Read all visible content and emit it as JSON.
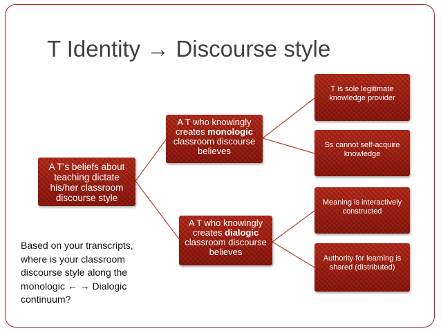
{
  "slide": {
    "title": "T Identity → Discourse style"
  },
  "diagram": {
    "root": "A T’s beliefs about teaching dictate his/her classroom discourse style",
    "branches": [
      {
        "node_before": "A T who knowingly creates ",
        "node_bold": "monologic",
        "node_after": " classroom discourse believes",
        "leaves": [
          "T is sole legitimate knowledge provider",
          "Ss cannot self-acquire knowledge"
        ]
      },
      {
        "node_before": "A T who knowingly creates ",
        "node_bold": "dialogic",
        "node_after": " classroom discourse believes",
        "leaves": [
          "Meaning is interactively constructed",
          "Authority for learning is shared (distributed)"
        ]
      }
    ]
  },
  "side_note": "Based on your transcripts, where is your classroom discourse style along the monologic ← → Dialogic continuum?",
  "colors": {
    "box_fill": "#9a1c0e",
    "connector": "#b5402f",
    "frame": "#9c2a20",
    "title_text": "#404040"
  }
}
